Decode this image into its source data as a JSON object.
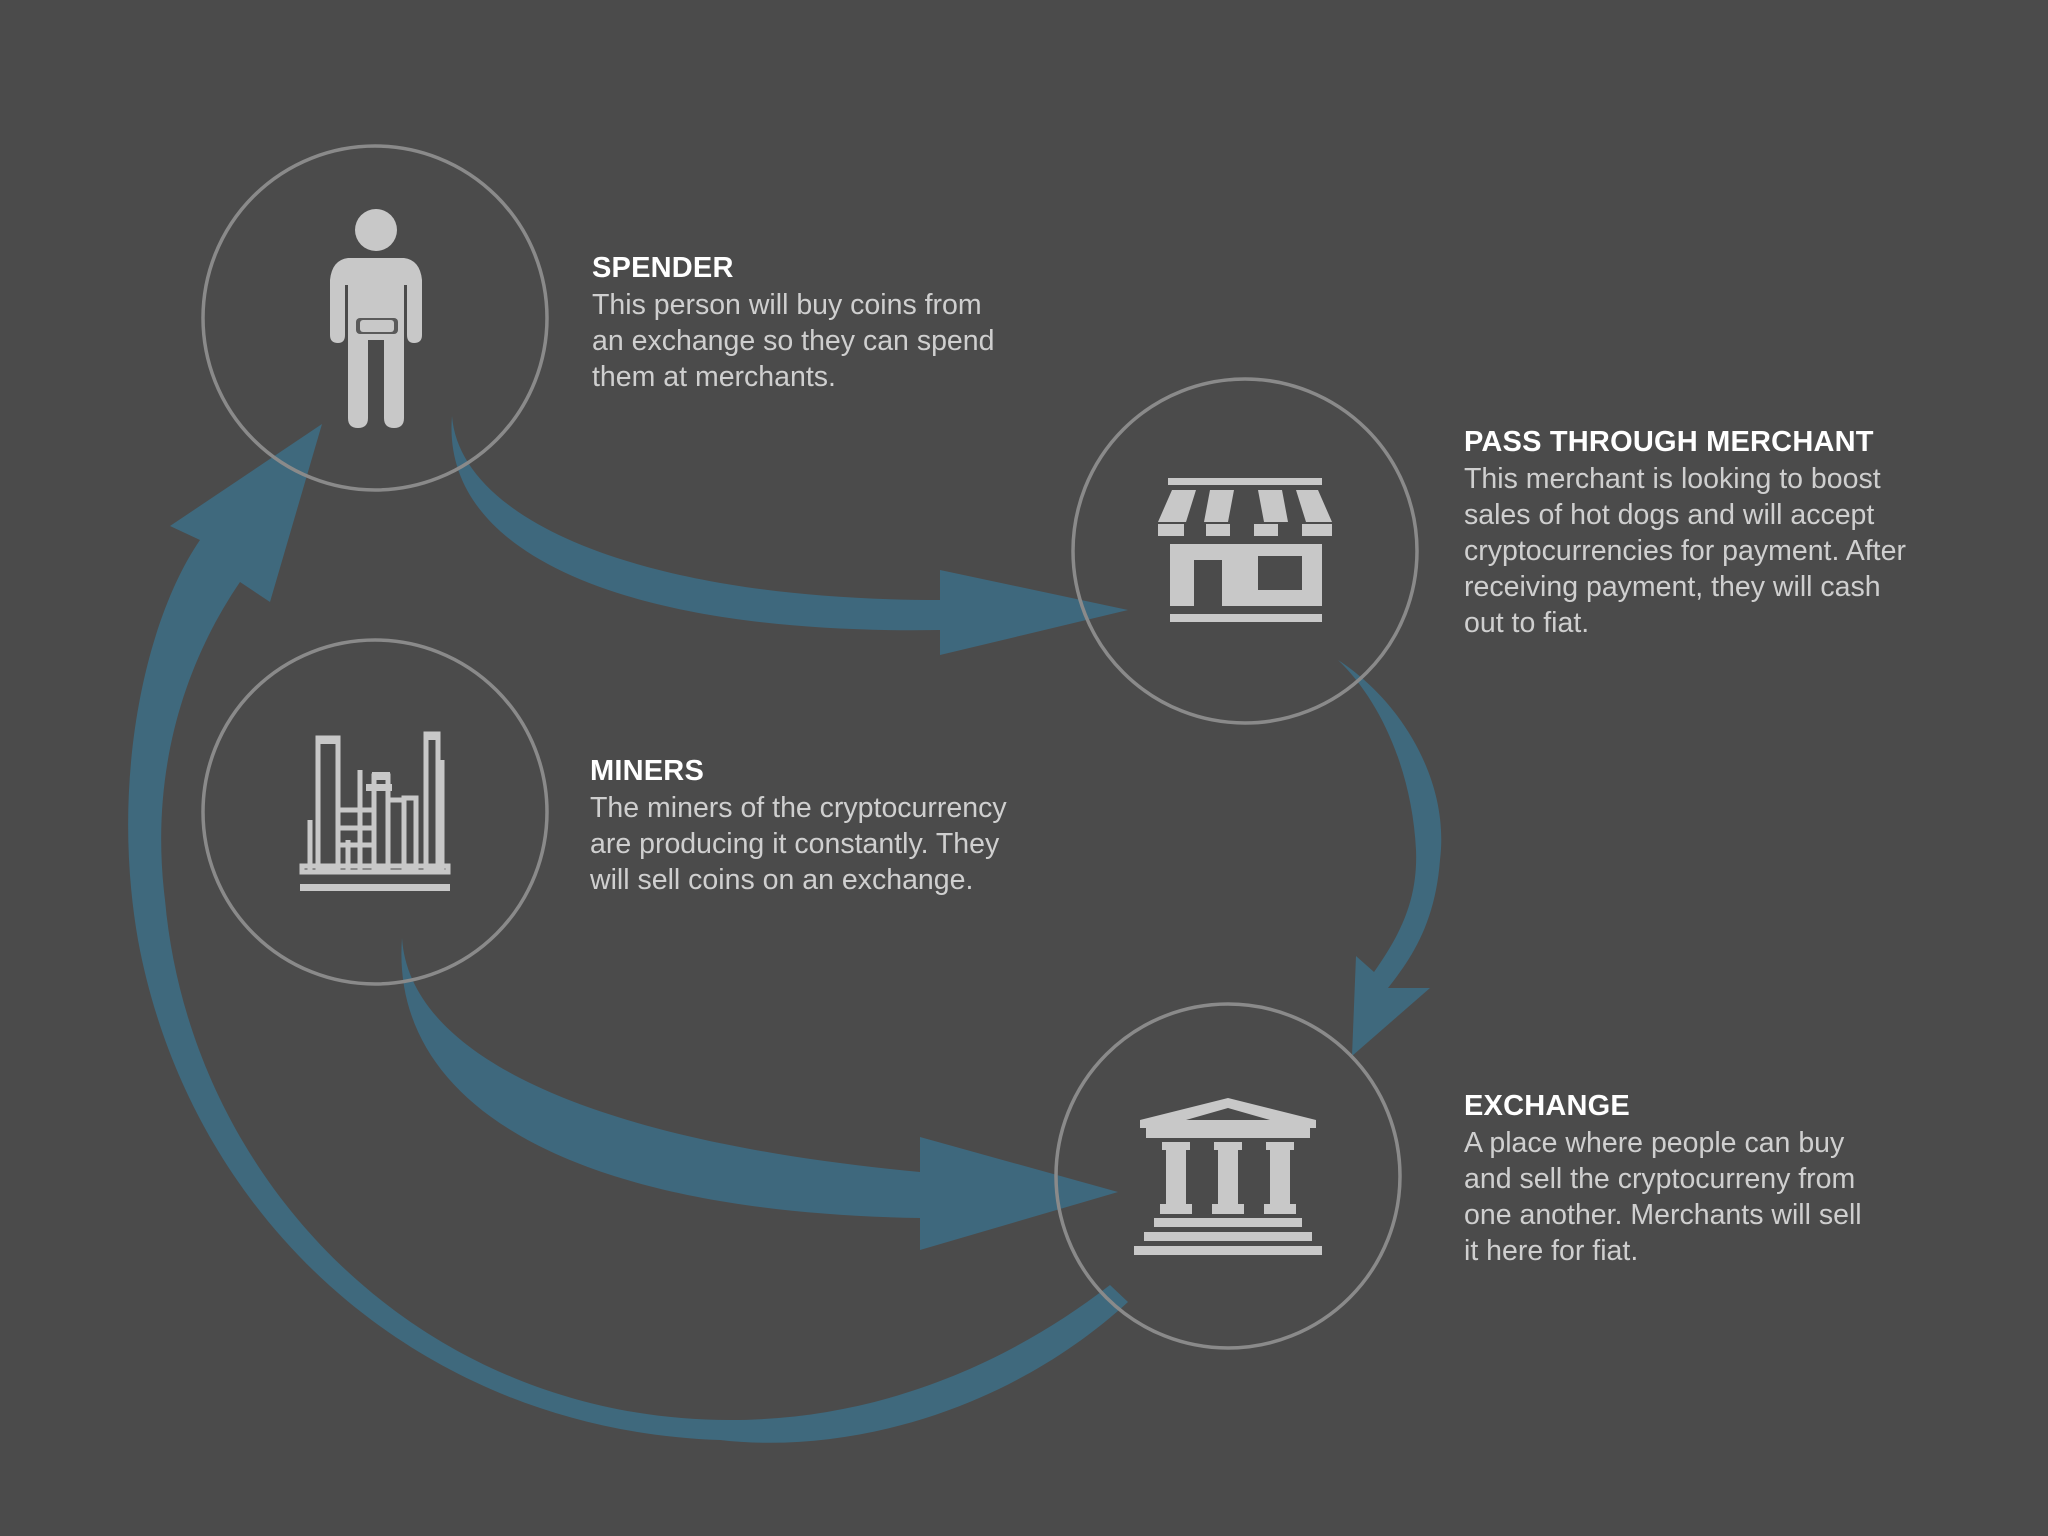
{
  "colors": {
    "background": "#4b4b4b",
    "circle_stroke": "#8a8a8a",
    "icon_fill": "#c8c8c8",
    "arrow_fill": "#3e6a80",
    "title_text": "#ffffff",
    "desc_text": "#cfcfcf"
  },
  "nodes": {
    "spender": {
      "icon": "person-icon",
      "title": "SPENDER",
      "description": "This person will buy coins from\nan exchange so they can spend\nthem at merchants."
    },
    "merchant": {
      "icon": "storefront-icon",
      "title": "PASS THROUGH MERCHANT",
      "description": "This merchant is looking to boost\nsales of hot dogs and will accept\ncryptocurrencies for payment. After\nreceiving payment, they will cash\nout to fiat."
    },
    "miners": {
      "icon": "factory-icon",
      "title": "MINERS",
      "description": "The miners of the cryptocurrency\nare producing it constantly. They\nwill sell coins on an exchange."
    },
    "exchange": {
      "icon": "bank-icon",
      "title": "EXCHANGE",
      "description": "A place where people can buy\nand sell the cryptocurreny from\none another. Merchants will sell\nit here for fiat."
    }
  },
  "flows": [
    {
      "from": "spender",
      "to": "merchant"
    },
    {
      "from": "merchant",
      "to": "exchange"
    },
    {
      "from": "miners",
      "to": "exchange"
    },
    {
      "from": "exchange",
      "to": "spender"
    }
  ]
}
